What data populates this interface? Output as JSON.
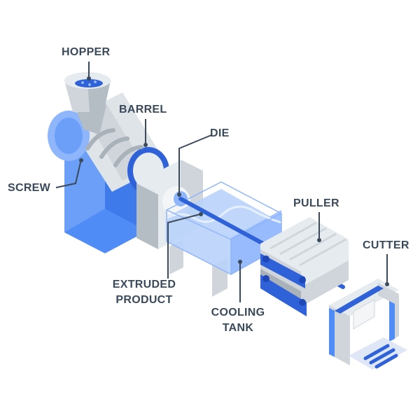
{
  "labels": {
    "hopper": "HOPPER",
    "barrel": "BARREL",
    "die": "DIE",
    "screw": "SCREW",
    "puller": "PULLER",
    "cutter": "CUTTER",
    "extruded_product_line1": "EXTRUDED",
    "extruded_product_line2": "PRODUCT",
    "cooling_tank_line1": "COOLING",
    "cooling_tank_line2": "TANK"
  },
  "colors": {
    "text": "#3a4a5a",
    "leader": "#3a4a5a",
    "blue_main": "#4f8cf6",
    "blue_light": "#8fb6fb",
    "blue_dark": "#2f62d8",
    "blue_deep": "#1f47b8",
    "grey_light": "#eef1f4",
    "grey_mid": "#cfd5db",
    "grey_dark": "#a9b1b9",
    "water": "#b9d3fb"
  }
}
